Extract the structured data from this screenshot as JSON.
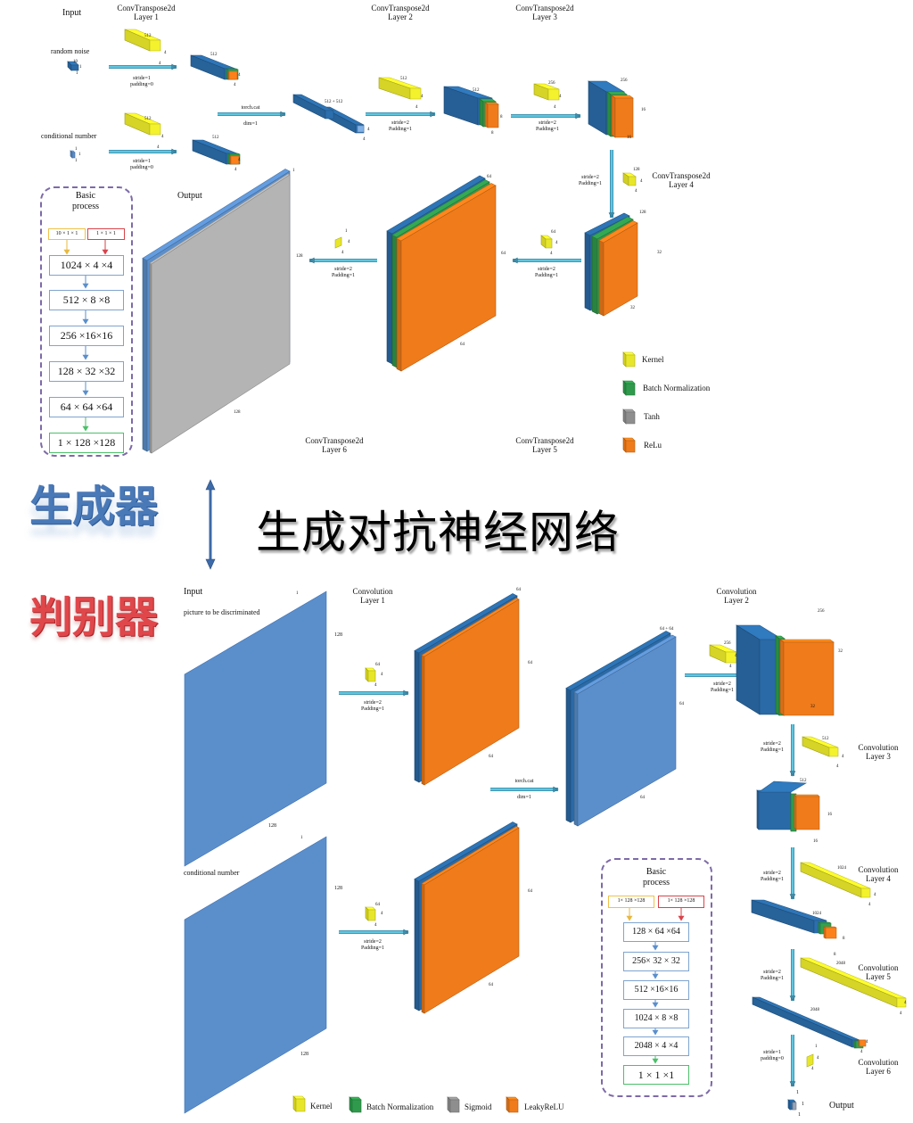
{
  "title": "生成对抗神经网络",
  "generator": {
    "section_label": "生成器",
    "input_label": "Input",
    "output_label": "Output",
    "inputs": [
      {
        "name": "random noise",
        "dims": [
          "10",
          "1",
          "1"
        ]
      },
      {
        "name": "conditional number",
        "dims": [
          "1",
          "1",
          "1"
        ]
      }
    ],
    "layers": [
      {
        "title_line1": "ConvTranspose2d",
        "title_line2": "Layer 1",
        "kernel": [
          "512",
          "4",
          "4"
        ],
        "op_line1": "stride=1",
        "op_line2": "padding=0",
        "out_dims": [
          "512",
          "4",
          "4"
        ]
      },
      {
        "title_line1": "ConvTranspose2d",
        "title_line2": "Layer 2",
        "kernel": [
          "512",
          "4",
          "4"
        ],
        "op_line1": "stride=2",
        "op_line2": "Padding=1",
        "out_dims": [
          "512",
          "8",
          "8"
        ]
      },
      {
        "title_line1": "ConvTranspose2d",
        "title_line2": "Layer 3",
        "kernel": [
          "256",
          "4",
          "4"
        ],
        "op_line1": "stride=2",
        "op_line2": "Padding=1",
        "out_dims": [
          "256",
          "16",
          "16"
        ]
      },
      {
        "title_line1": "ConvTranspose2d",
        "title_line2": "Layer 4",
        "kernel": [
          "128",
          "4",
          "4"
        ],
        "op_line1": "stride=2",
        "op_line2": "Padding=1",
        "out_dims": [
          "128",
          "32",
          "32"
        ]
      },
      {
        "title_line1": "ConvTranspose2d",
        "title_line2": "Layer 5",
        "kernel": [
          "64",
          "4",
          "4"
        ],
        "op_line1": "stride=2",
        "op_line2": "Padding=1",
        "out_dims": [
          "64",
          "64",
          "64"
        ]
      },
      {
        "title_line1": "ConvTranspose2d",
        "title_line2": "Layer 6",
        "kernel": [
          "1",
          "4",
          "4"
        ],
        "op_line1": "stride=2",
        "op_line2": "Padding=1",
        "out_dims": [
          "1",
          "128",
          "128"
        ]
      }
    ],
    "concat": {
      "line1": "torch.cat",
      "line2": "dim=1",
      "out_label": "512 + 512",
      "out_dims": [
        "4",
        "4"
      ]
    },
    "basic_process": {
      "title_line1": "Basic",
      "title_line2": "process",
      "inputs": [
        "10 × 1 × 1",
        "1 × 1 × 1"
      ],
      "steps": [
        "1024 × 4 ×4",
        "512 × 8 ×8",
        "256 ×16×16",
        "128 × 32 ×32",
        "64 × 64 ×64",
        "1 × 128 ×128"
      ]
    },
    "legend": [
      {
        "label": "Kernel",
        "color": "#e8e62a"
      },
      {
        "label": "Batch Normalization",
        "color": "#2f9a4c"
      },
      {
        "label": "Tanh",
        "color": "#9c9c9c"
      },
      {
        "label": "ReLu",
        "color": "#f07b1a"
      }
    ]
  },
  "discriminator": {
    "section_label": "判别器",
    "input_label": "Input",
    "output_label": "Output",
    "inputs": [
      {
        "name": "picture to be discriminated",
        "dims": [
          "1",
          "128",
          "128"
        ]
      },
      {
        "name": "conditional number",
        "dims": [
          "1",
          "128",
          "128"
        ]
      }
    ],
    "layers": [
      {
        "title_line1": "Convolution",
        "title_line2": "Layer 1",
        "kernel": [
          "64",
          "4",
          "4"
        ],
        "op_line1": "stride=2",
        "op_line2": "Padding=1",
        "out_dims": [
          "64",
          "64",
          "64"
        ]
      },
      {
        "title_line1": "Convolution",
        "title_line2": "Layer 2",
        "kernel": [
          "256",
          "4",
          "4"
        ],
        "op_line1": "stride=2",
        "op_line2": "Padding=1",
        "out_dims": [
          "256",
          "32",
          "32"
        ]
      },
      {
        "title_line1": "Convolution",
        "title_line2": "Layer 3",
        "kernel": [
          "512",
          "4",
          "4"
        ],
        "op_line1": "stride=2",
        "op_line2": "Padding=1",
        "out_dims": [
          "512",
          "16",
          "16"
        ]
      },
      {
        "title_line1": "Convolution",
        "title_line2": "Layer 4",
        "kernel": [
          "1024",
          "4",
          "4"
        ],
        "op_line1": "stride=2",
        "op_line2": "Padding=1",
        "out_dims": [
          "1024",
          "8",
          "8"
        ]
      },
      {
        "title_line1": "Convolution",
        "title_line2": "Layer 5",
        "kernel": [
          "2048",
          "4",
          "4"
        ],
        "op_line1": "stride=2",
        "op_line2": "Padding=1",
        "out_dims": [
          "2048",
          "4",
          "4"
        ]
      },
      {
        "title_line1": "Convolution",
        "title_line2": "Layer 6",
        "kernel": [
          "1",
          "4",
          "4"
        ],
        "op_line1": "stride=1",
        "op_line2": "padding=0",
        "out_dims": [
          "1",
          "1",
          "1"
        ]
      }
    ],
    "concat": {
      "line1": "torch.cat",
      "line2": "dim=1",
      "out_label": "64 + 64",
      "out_dims": [
        "64",
        "64"
      ]
    },
    "basic_process": {
      "title_line1": "Basic",
      "title_line2": "process",
      "inputs": [
        "1× 128 ×128",
        "1× 128 ×128"
      ],
      "steps": [
        "128 × 64 ×64",
        "256× 32 × 32",
        "512 ×16×16",
        "1024 × 8 ×8",
        "2048 × 4 ×4",
        "1 × 1 ×1"
      ]
    },
    "legend": [
      {
        "label": "Kernel",
        "color": "#e8e62a"
      },
      {
        "label": "Batch Normalization",
        "color": "#2f9a4c"
      },
      {
        "label": "Sigmoid",
        "color": "#9c9c9c"
      },
      {
        "label": "LeakyReLU",
        "color": "#f07b1a"
      }
    ]
  },
  "colors": {
    "feature_blue": "#2a6aa6",
    "plane_blue": "#5b8fcc",
    "kernel_yellow": "#e8e62a",
    "bn_green": "#2f9a4c",
    "relu_orange": "#f07b1a",
    "tanh_gray": "#b4b4b4",
    "arrow_cyan": "#5fc6df"
  }
}
